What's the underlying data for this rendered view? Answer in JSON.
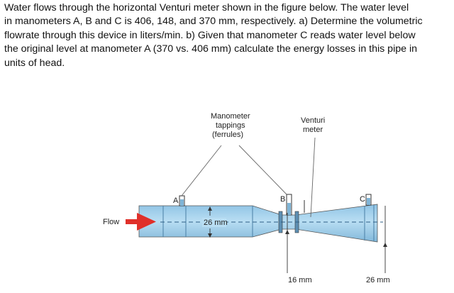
{
  "problem": {
    "lines": [
      "Water flows through the horizontal Venturi meter shown in the figure below. The water level",
      "in manometers A, B and C is 406, 148, and 370 mm, respectively. a) Determine the volumetric",
      "flowrate through this device in liters/min. b) Given that manometer C reads water level below",
      "the original level at manometer A (370 vs. 406 mm) calculate the energy losses in this pipe in",
      "units of head."
    ]
  },
  "figure": {
    "manometer_label": [
      "Manometer",
      "tappings",
      "(ferrules)"
    ],
    "venturi_label": [
      "Venturi",
      "meter"
    ],
    "flow_label": "Flow",
    "tap_a": "A",
    "tap_b": "B",
    "tap_c": "C",
    "dim_inlet": "26 mm",
    "dim_throat": "16 mm",
    "dim_outlet": "26 mm",
    "colors": {
      "water": "#aad6ef",
      "water_dark": "#7fb4d6",
      "arrow": "#e0302a",
      "outline": "#3a3a3a"
    }
  }
}
